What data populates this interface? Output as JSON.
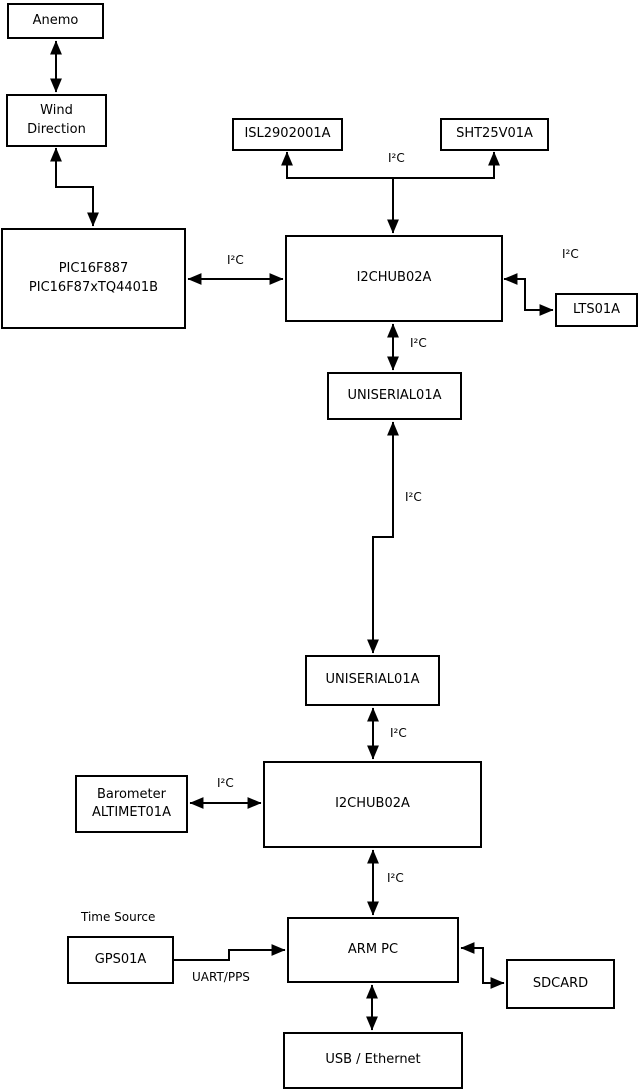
{
  "diagram": {
    "colors": {
      "line": "#000000",
      "background": "#ffffff",
      "box_border": "#000000",
      "text": "#000000"
    },
    "nodes": {
      "anemo": {
        "label": "Anemo"
      },
      "wind_direction": {
        "lines": [
          "Wind",
          "Direction"
        ]
      },
      "pic": {
        "lines": [
          "PIC16F887",
          "PIC16F87xTQ4401B"
        ]
      },
      "isl": {
        "label": "ISL2902001A"
      },
      "sht": {
        "label": "SHT25V01A"
      },
      "i2chub_top": {
        "label": "I2CHUB02A"
      },
      "lts": {
        "label": "LTS01A"
      },
      "uniserial_top": {
        "label": "UNISERIAL01A"
      },
      "uniserial_bottom": {
        "label": "UNISERIAL01A"
      },
      "i2chub_bottom": {
        "label": "I2CHUB02A"
      },
      "barometer": {
        "lines": [
          "Barometer",
          "ALTIMET01A"
        ]
      },
      "gps": {
        "label": "GPS01A"
      },
      "arm_pc": {
        "label": "ARM PC"
      },
      "sdcard": {
        "label": "SDCARD"
      },
      "usb_ethernet": {
        "label": "USB / Ethernet"
      }
    },
    "edge_labels": {
      "pic_hub": "I²C",
      "sensor_bus": "I²C",
      "hub_lts": "I²C",
      "hub_uniserial": "I²C",
      "long_link": "I²C",
      "uniserial_hub2": "I²C",
      "barometer_hub2": "I²C",
      "hub2_armpc": "I²C",
      "time_source": "Time Source",
      "uart_pps": "UART/PPS"
    }
  }
}
